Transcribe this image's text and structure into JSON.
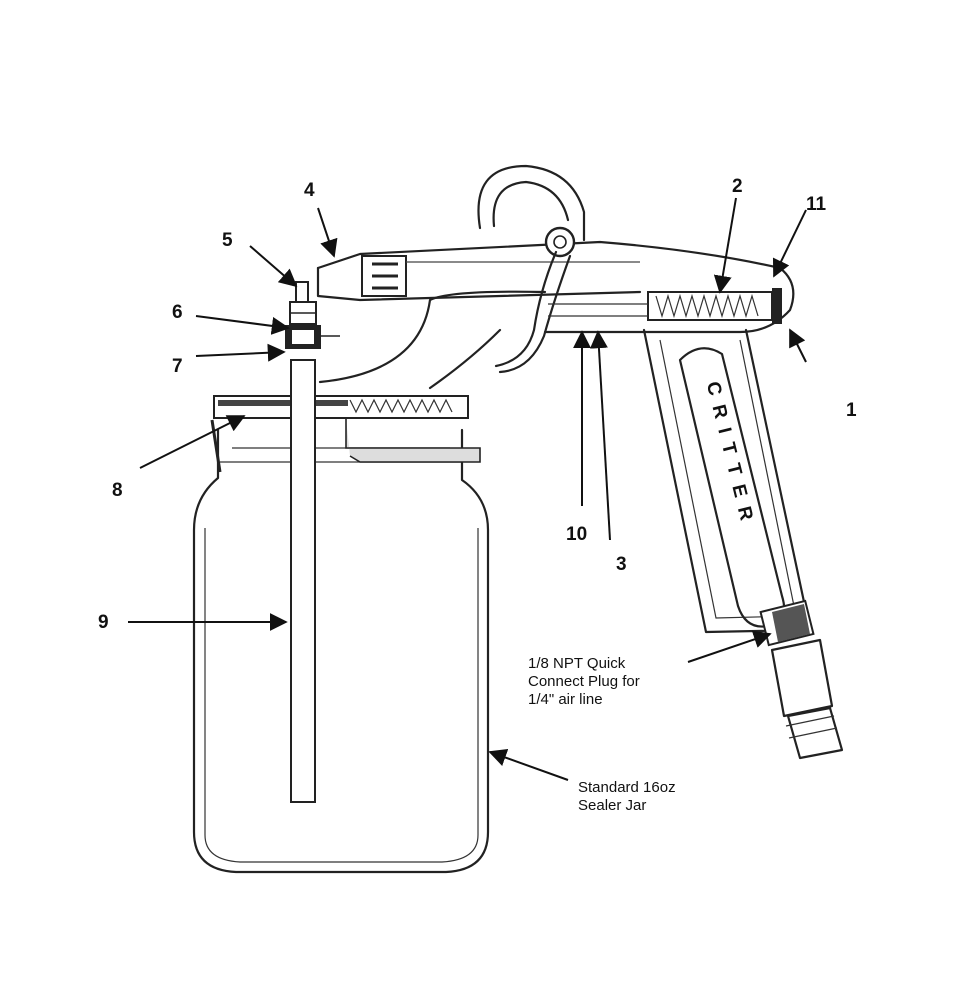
{
  "diagram": {
    "callouts": [
      "1",
      "2",
      "3",
      "4",
      "5",
      "6",
      "7",
      "8",
      "9",
      "10",
      "11"
    ],
    "brand_text": "CRITTER",
    "note_plug": [
      "1/8 NPT Quick",
      "Connect Plug for",
      "1/4\" air line"
    ],
    "note_jar": [
      "Standard 16oz",
      "Sealer Jar"
    ]
  }
}
